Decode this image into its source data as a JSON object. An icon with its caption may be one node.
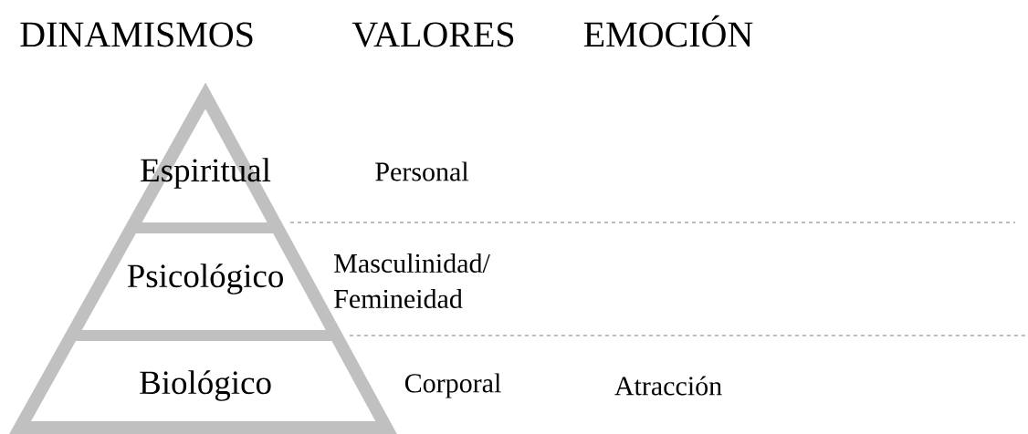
{
  "diagram": {
    "nodes": [
      {
        "text": [
          "Espiritual"
        ]
      },
      {
        "text": [
          "Psicológico"
        ]
      },
      {
        "text": [
          "Biológico"
        ]
      }
    ],
    "labels": [
      "DINAMISMOS",
      "VALORES",
      "EMOCIÓN",
      "Personal",
      "Masculinidad/ Femineidad",
      "Corporal",
      "Atracción"
    ]
  }
}
